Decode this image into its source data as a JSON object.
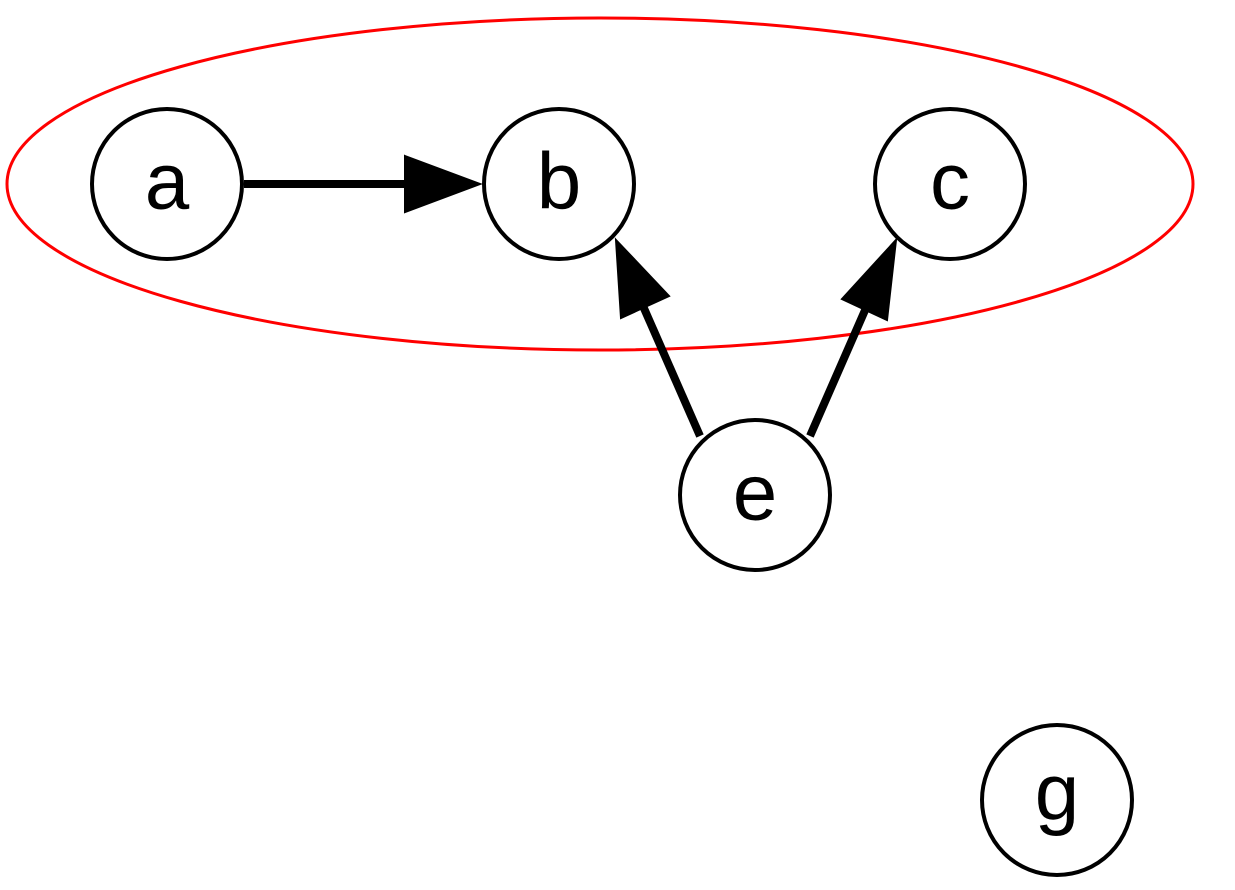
{
  "colors": {
    "group_outline": "#ff0000",
    "node_outline": "#000000",
    "edge": "#000000",
    "background": "#ffffff"
  },
  "nodes": {
    "a": {
      "label": "a"
    },
    "b": {
      "label": "b"
    },
    "c": {
      "label": "c"
    },
    "e": {
      "label": "e"
    },
    "g": {
      "label": "g"
    }
  },
  "edges": [
    {
      "from": "a",
      "to": "b"
    },
    {
      "from": "e",
      "to": "b"
    },
    {
      "from": "e",
      "to": "c"
    }
  ],
  "group": {
    "members": [
      "a",
      "b",
      "c"
    ]
  }
}
